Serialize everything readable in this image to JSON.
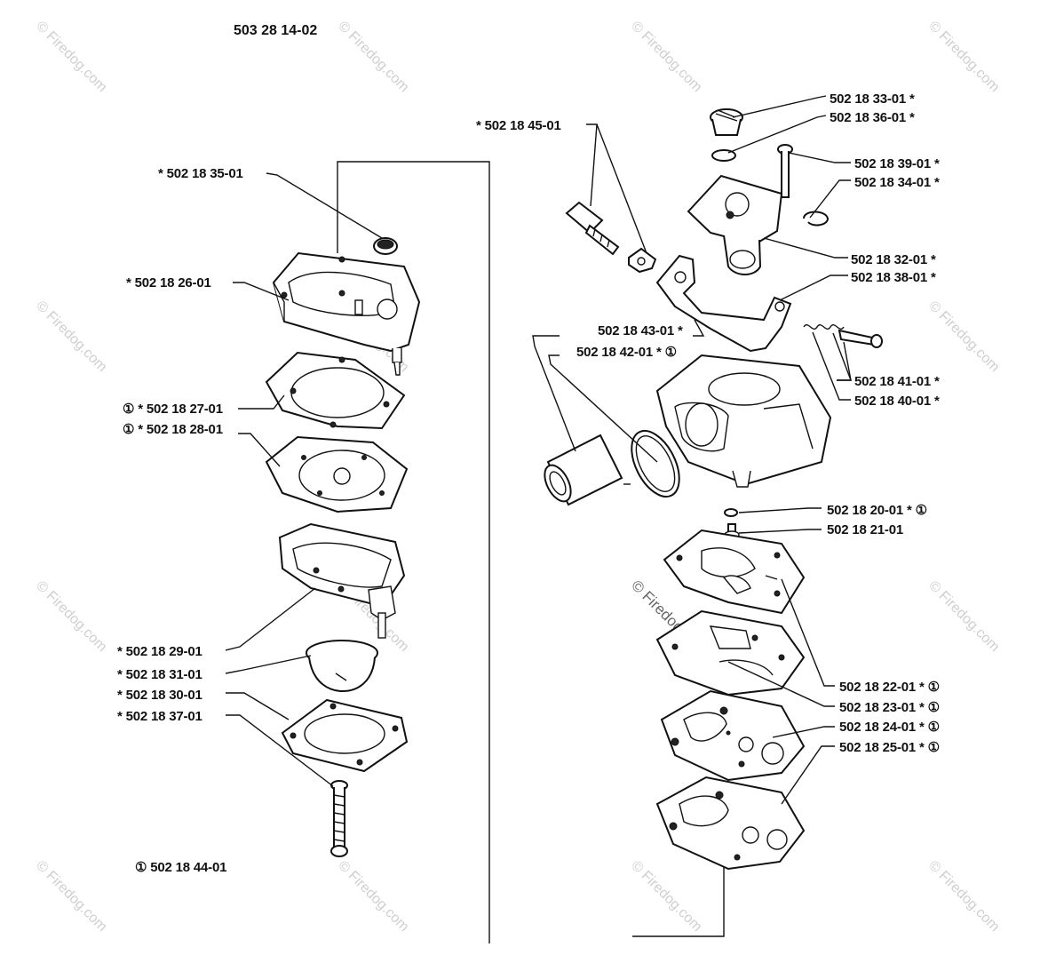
{
  "diagram_id": "503 28 14-02",
  "watermark": "© Firedog.com",
  "center_watermark": "© Firedog.com",
  "labels": {
    "l_35": "* 502 18 35-01",
    "l_26": "* 502 18 26-01",
    "l_27": "① * 502 18 27-01",
    "l_28": "① * 502 18 28-01",
    "l_29": "* 502 18 29-01",
    "l_31": "* 502 18 31-01",
    "l_30": "* 502 18 30-01",
    "l_37": "* 502 18 37-01",
    "l_44": "① 502 18 44-01",
    "l_45": "* 502 18 45-01",
    "l_33": "502 18 33-01 *",
    "l_36": "502 18 36-01 *",
    "l_39": "502 18 39-01 *",
    "l_34": "502 18 34-01 *",
    "l_32": "502 18 32-01 *",
    "l_38": "502 18 38-01 *",
    "l_43": "502 18 43-01 *",
    "l_42": "502 18 42-01 * ①",
    "l_41": "502 18 41-01 *",
    "l_40": "502 18 40-01 *",
    "l_20": "502 18 20-01 * ①",
    "l_21": "502 18 21-01",
    "l_22": "502 18 22-01 * ①",
    "l_23": "502 18 23-01 * ①",
    "l_24": "502 18 24-01 * ①",
    "l_25": "502 18 25-01 * ①"
  }
}
